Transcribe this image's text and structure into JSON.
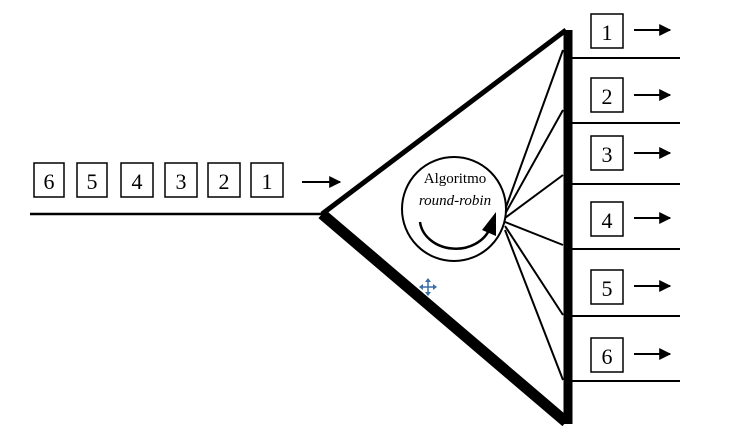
{
  "input_queue": [
    "6",
    "5",
    "4",
    "3",
    "2",
    "1"
  ],
  "algorithm": {
    "line1": "Algoritmo",
    "line2": "round-robin"
  },
  "output_queues": [
    "1",
    "2",
    "3",
    "4",
    "5",
    "6"
  ],
  "arrow_glyph": "→",
  "colors": {
    "stroke": "#000000",
    "background": "#ffffff",
    "move_cursor": "#3a6ea5"
  },
  "icons": [
    "right-arrow-icon",
    "circular-arrow-icon",
    "move-cursor-icon"
  ]
}
